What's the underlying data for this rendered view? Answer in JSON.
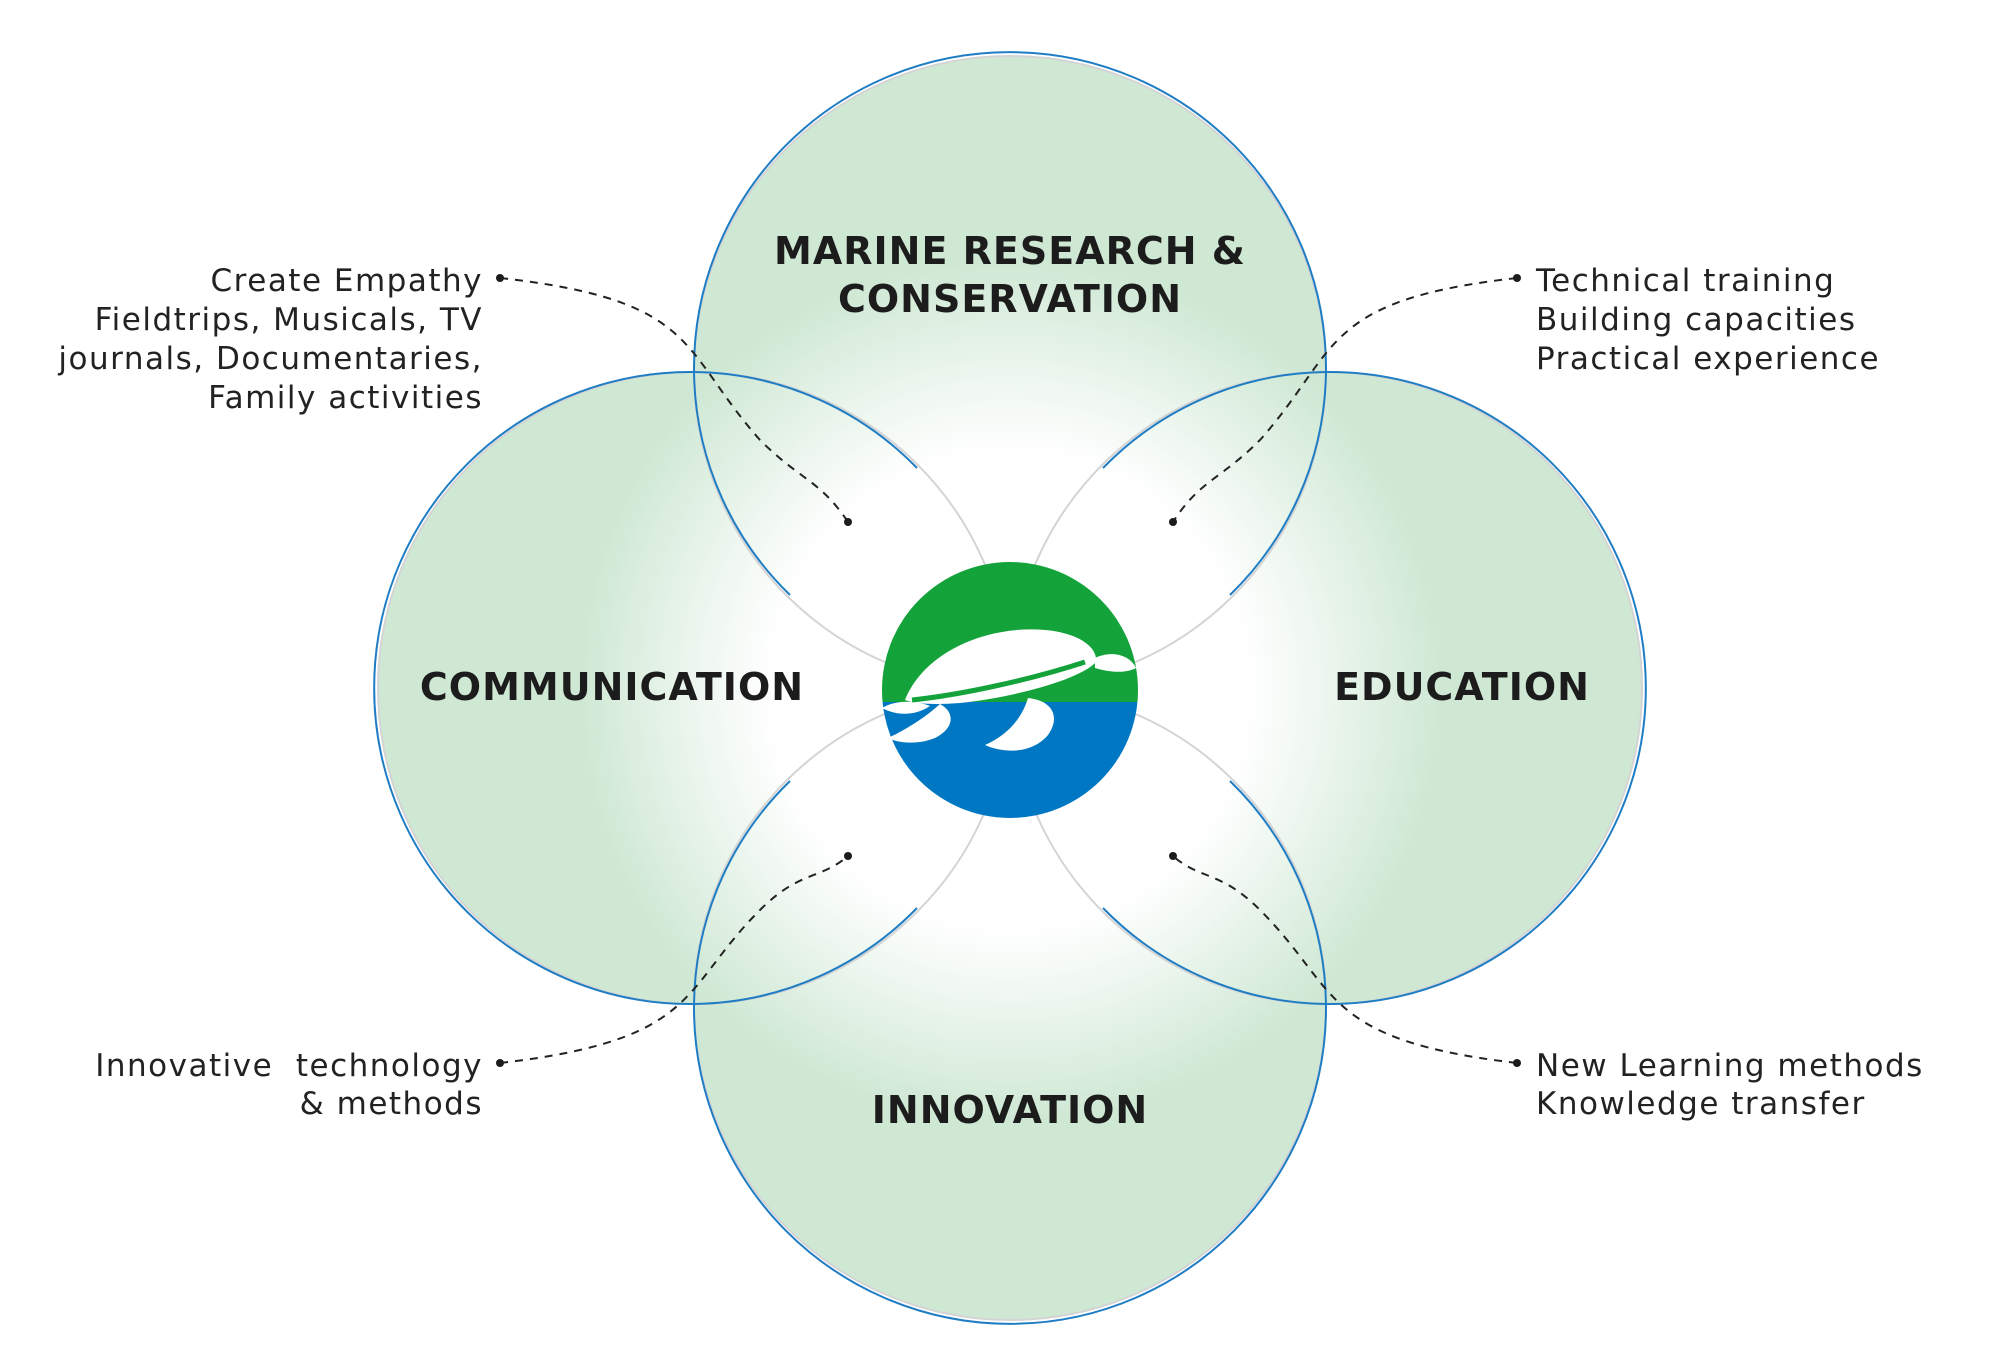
{
  "colors": {
    "ring_outline": "#1f7dc4",
    "inner_arc": "#d4d4d4",
    "fill_edge": "#cfe8d4",
    "fill_center": "#ffffff",
    "logo_green": "#14a33a",
    "logo_blue": "#0077c2",
    "text": "#1c1c1c"
  },
  "circles": {
    "top": {
      "title_lines": [
        "MARINE RESEARCH &",
        "CONSERVATION"
      ]
    },
    "left": {
      "title_lines": [
        "COMMUNICATION"
      ]
    },
    "right": {
      "title_lines": [
        "EDUCATION"
      ]
    },
    "bottom": {
      "title_lines": [
        "INNOVATION"
      ]
    }
  },
  "notes": {
    "top_left": [
      "Create Empathy",
      "Fieldtrips, Musicals, TV",
      "journals, Documentaries,",
      "Family activities"
    ],
    "top_right": [
      "Technical training",
      "Building capacities",
      "Practical experience"
    ],
    "bottom_left": [
      "Innovative  technology",
      "& methods"
    ],
    "bottom_right": [
      "New Learning methods",
      "Knowledge transfer"
    ]
  },
  "logo": {
    "icon": "sea-turtle-icon"
  }
}
